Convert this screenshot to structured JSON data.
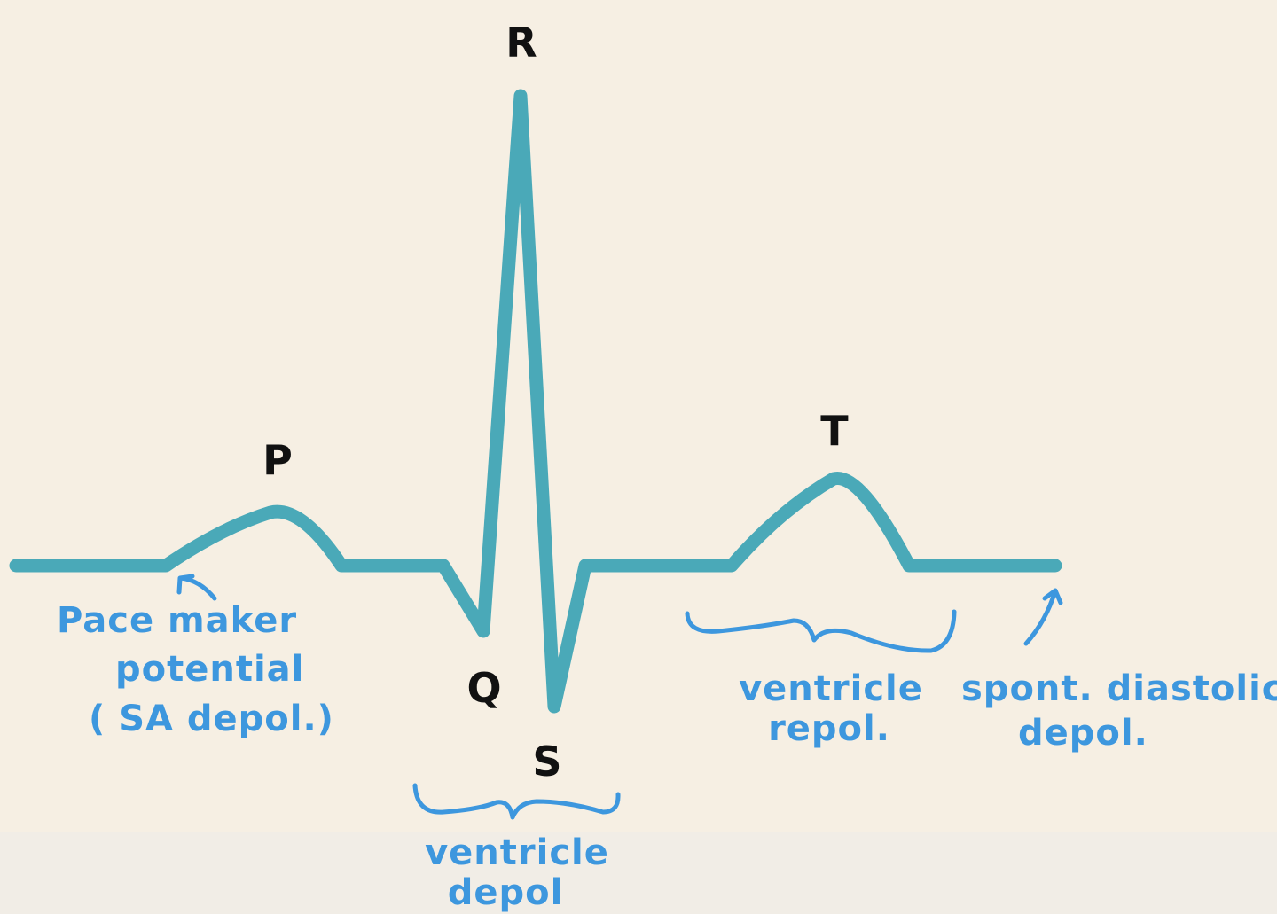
{
  "colors": {
    "background": "#f6efe3",
    "trace": "#4aa9b8",
    "annotation": "#3d97de",
    "label": "#111111"
  },
  "waves": {
    "p": "P",
    "q": "Q",
    "r": "R",
    "s": "S",
    "t": "T"
  },
  "notes": {
    "pacemaker": {
      "line1": "Pace maker",
      "line2": "potential",
      "line3": "( SA depol.)"
    },
    "ventricle_depol": {
      "line1": "ventricle",
      "line2": "depol"
    },
    "ventricle_repol": {
      "line1": "ventricle",
      "line2": "repol."
    },
    "spont_diastolic": {
      "line1": "spont. diastolic",
      "line2": "depol."
    }
  }
}
